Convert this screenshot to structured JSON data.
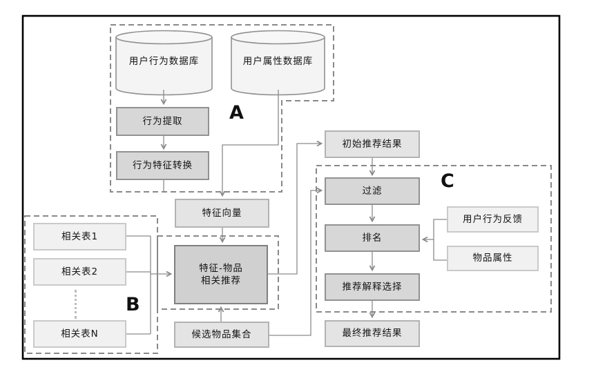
{
  "diagram": {
    "title": "recommendation-pipeline-flowchart",
    "groups": {
      "a": {
        "label": "A"
      },
      "b": {
        "label": "B"
      },
      "c": {
        "label": "C"
      }
    },
    "nodes": {
      "user_behavior_db": {
        "label": "用户行为数据库",
        "shape": "database-cylinder"
      },
      "user_attribute_db": {
        "label": "用户属性数据库",
        "shape": "database-cylinder"
      },
      "behavior_extraction": {
        "label": "行为提取"
      },
      "behavior_feature_conversion": {
        "label": "行为特征转换"
      },
      "feature_vector": {
        "label": "特征向量"
      },
      "related_table_1": {
        "label": "相关表1"
      },
      "related_table_2": {
        "label": "相关表2"
      },
      "related_table_n": {
        "label": "相关表N"
      },
      "feature_item_recommendation": {
        "label": "特征-物品\n相关推荐"
      },
      "candidate_item_set": {
        "label": "候选物品集合"
      },
      "initial_results": {
        "label": "初始推荐结果"
      },
      "filter": {
        "label": "过滤"
      },
      "ranking": {
        "label": "排名"
      },
      "explanation_selection": {
        "label": "推荐解释选择"
      },
      "final_results": {
        "label": "最终推荐结果"
      },
      "user_behavior_feedback": {
        "label": "用户行为反馈"
      },
      "item_attributes": {
        "label": "物品属性"
      }
    },
    "colors": {
      "process_box_fill": "#d7d7d7",
      "strong_box_fill": "#d0d0d0",
      "result_box_fill": "#e4e4e4",
      "input_box_fill": "#f1f1f1",
      "connector_line": "#8a8a8a",
      "dashed_group_border": "#888888",
      "outer_frame": "#000000"
    }
  }
}
